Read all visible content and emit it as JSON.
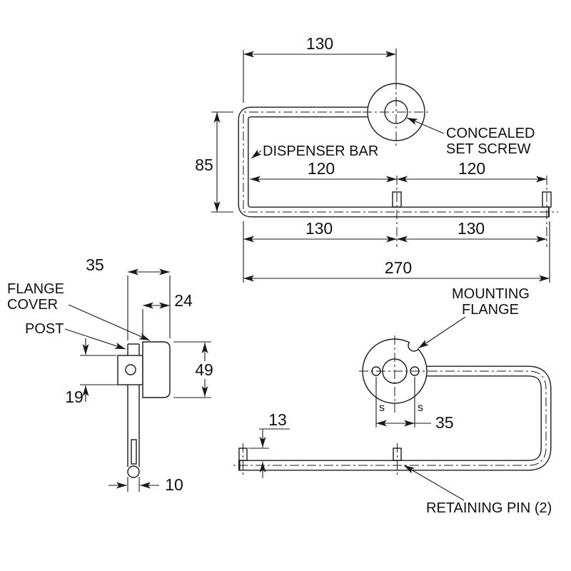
{
  "views": {
    "top": {
      "dim_flange_offset": "130",
      "dim_depth": "85",
      "dim_pin_spacing_left": "120",
      "dim_pin_spacing_right": "120",
      "dim_lower_left": "130",
      "dim_lower_right": "130",
      "dim_overall": "270",
      "label_bar": "DISPENSER BAR",
      "label_setscrew_1": "CONCEALED",
      "label_setscrew_2": "SET SCREW"
    },
    "side": {
      "dim_total_depth": "35",
      "dim_cover_width": "24",
      "dim_cover_height": "49",
      "dim_block": "19",
      "dim_post_width": "10",
      "label_cover_1": "FLANGE",
      "label_cover_2": "COVER",
      "label_post": "POST"
    },
    "front": {
      "dim_pin_height": "13",
      "dim_hole_spacing": "35",
      "mark_s_left": "s",
      "mark_s_right": "s",
      "label_flange_1": "MOUNTING",
      "label_flange_2": "FLANGE",
      "label_pin": "RETAINING PIN (2)"
    }
  },
  "colors": {
    "ink": "#1a1a1a",
    "background": "#ffffff"
  }
}
